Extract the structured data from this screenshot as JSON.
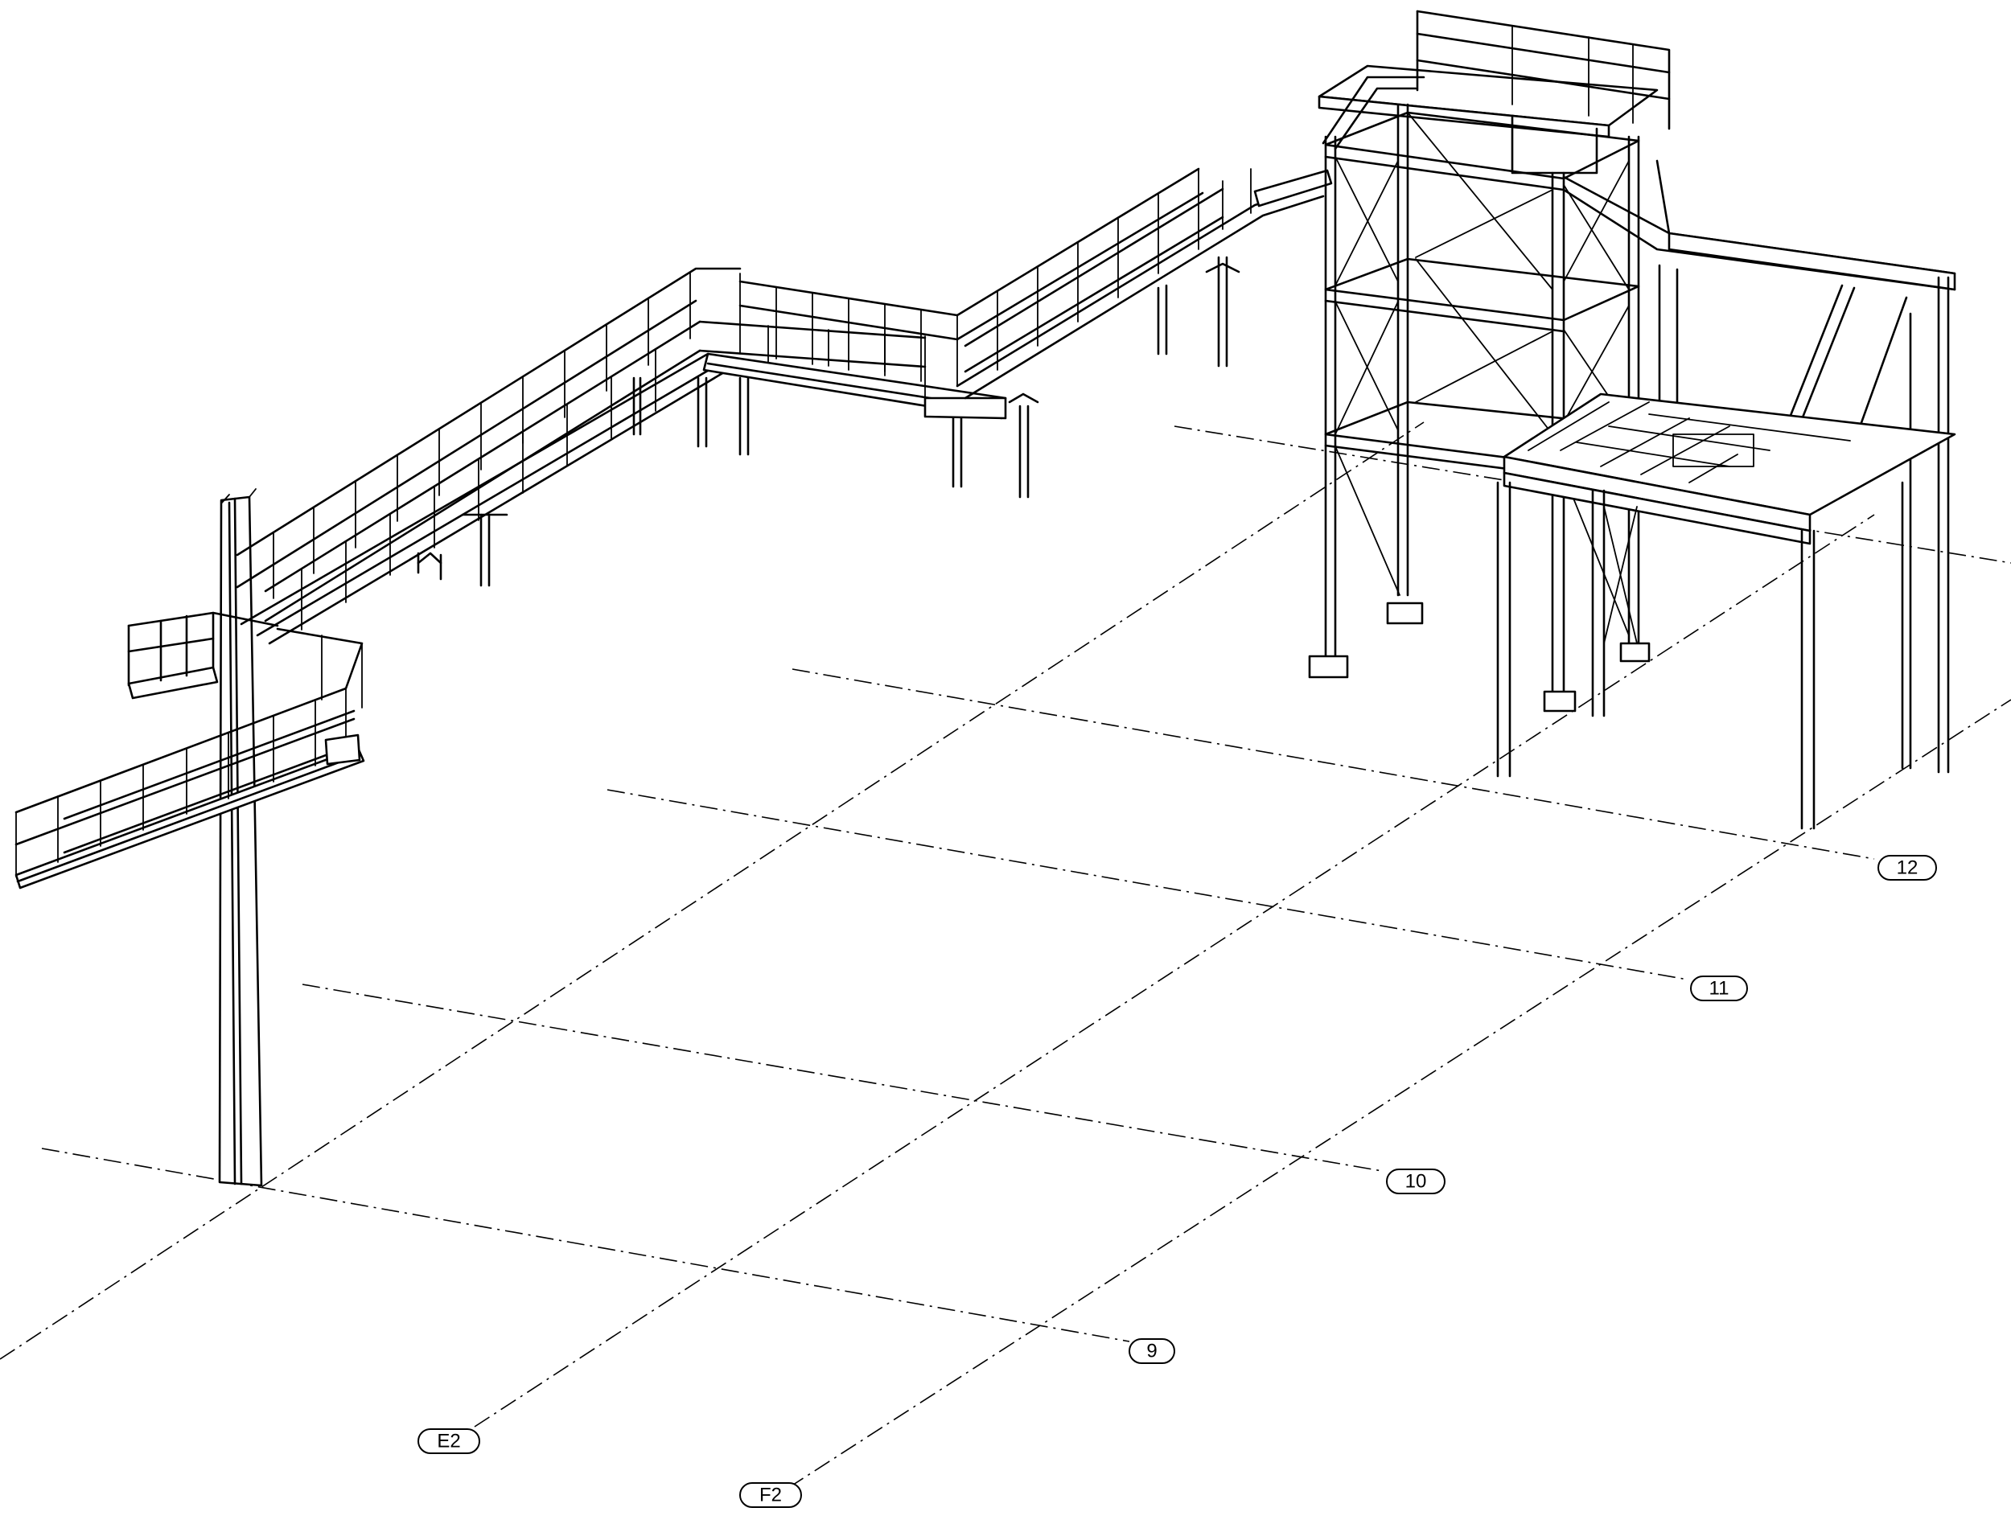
{
  "grid_labels": {
    "axis_9": "9",
    "axis_10": "10",
    "axis_11": "11",
    "axis_12": "12",
    "axis_e2": "E2",
    "axis_f2": "F2"
  }
}
